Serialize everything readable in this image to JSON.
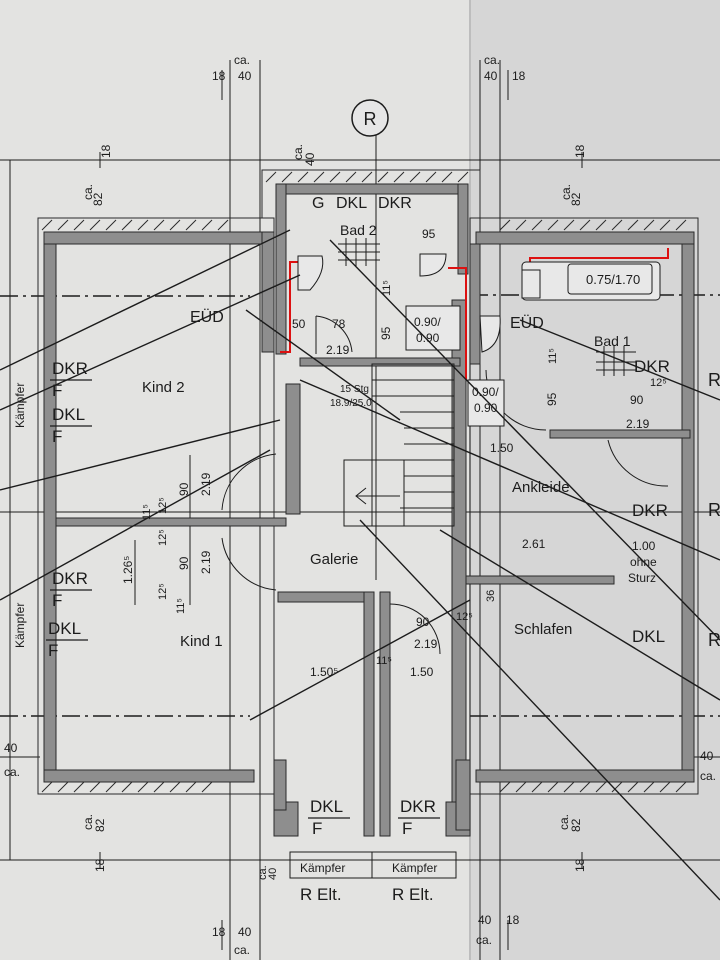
{
  "plan": {
    "grid_label": "R",
    "dims": {
      "d18": "18",
      "d40": "40",
      "d82": "82",
      "ca": "ca.",
      "d95": "95",
      "d50": "50",
      "d78": "78",
      "d219": "2.19",
      "d11": "11⁵",
      "d125": "12⁵",
      "d90": "90",
      "d1265": "1.26⁵",
      "d150": "1.50",
      "d1505": "1.50⁵",
      "d261": "2.61",
      "d100": "1.00",
      "d36": "36",
      "ohne": "ohne",
      "sturz": "Sturz"
    },
    "rooms": {
      "bad2": "Bad 2",
      "bad1": "Bad 1",
      "kind2": "Kind 2",
      "kind1": "Kind 1",
      "galerie": "Galerie",
      "ankleide": "Ankleide",
      "schlafen": "Schlafen"
    },
    "windows": {
      "g": "G",
      "dkl": "DKL",
      "dkr": "DKR",
      "f": "F",
      "kaempfer": "Kämpfer",
      "r_elt": "R Elt.",
      "r": "R"
    },
    "fixtures": {
      "eud": "EÜD",
      "shower_a": "0.90/",
      "shower_b": "0.90",
      "bath": "0.75/1.70",
      "stair_a": "15 Stg",
      "stair_b": "18.9/25.0"
    }
  }
}
